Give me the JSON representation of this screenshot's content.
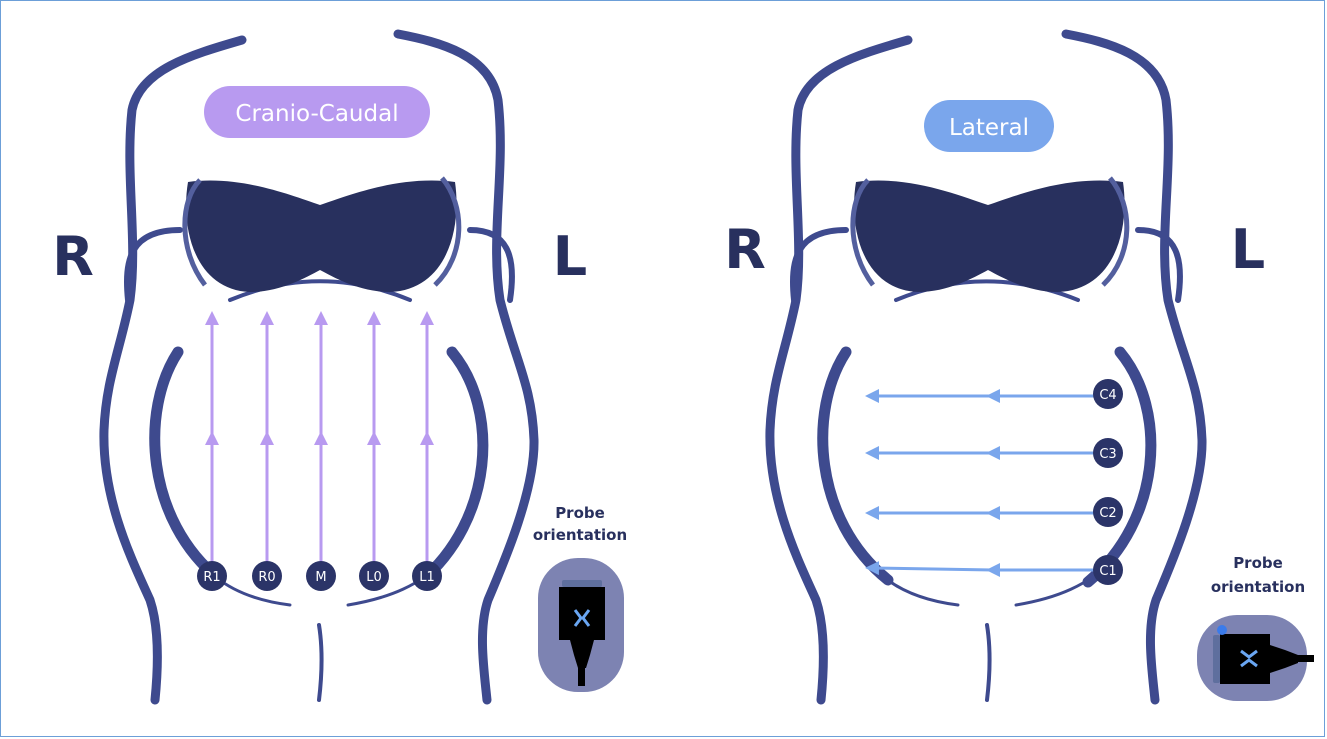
{
  "colors": {
    "body_outline": "#3e4a8e",
    "bra": "#28305e",
    "bra_edge": "#535f9e",
    "purple": "#b89af0",
    "blue": "#7aa6ec",
    "node": "#2b3468",
    "probe_bg": "#7d83b2"
  },
  "left_panel": {
    "title": "Cranio-Caudal",
    "side_right": "R",
    "side_left": "L",
    "nodes": [
      "R1",
      "R0",
      "M",
      "L0",
      "L1"
    ],
    "probe_label_line1": "Probe",
    "probe_label_line2": "orientation",
    "probe_icon": "vertical-probe-icon"
  },
  "right_panel": {
    "title": "Lateral",
    "side_right": "R",
    "side_left": "L",
    "nodes": [
      "C4",
      "C3",
      "C2",
      "C1"
    ],
    "probe_label_line1": "Probe",
    "probe_label_line2": "orientation",
    "probe_icon": "horizontal-probe-icon"
  }
}
